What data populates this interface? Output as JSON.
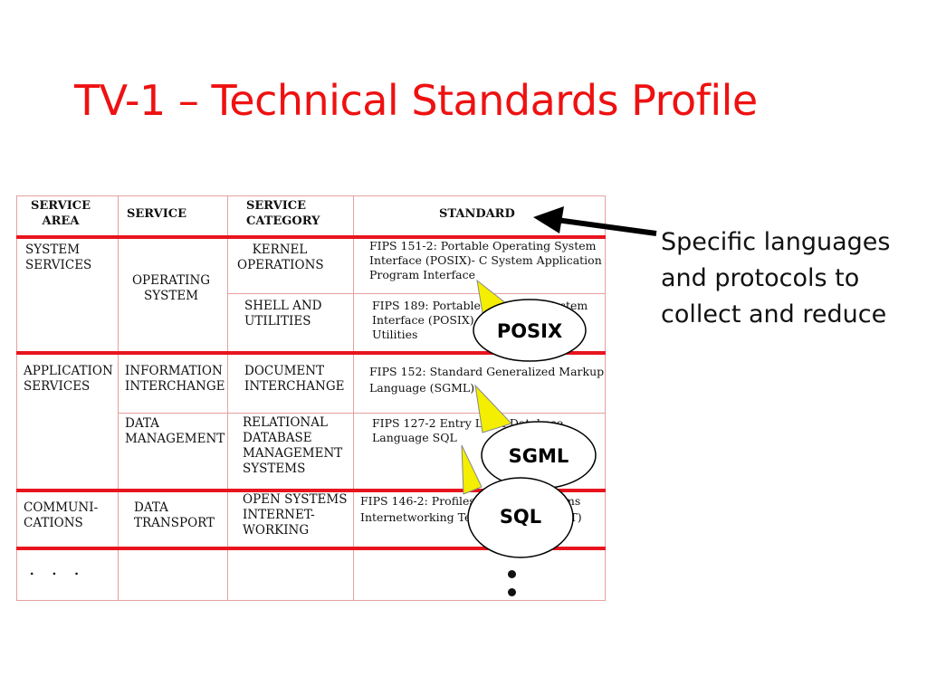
{
  "slide": {
    "title": "TV-1 – Technical Standards Profile"
  },
  "table": {
    "headers": {
      "service_area": "SERVICE\nAREA",
      "service": "SERVICE",
      "service_category": "SERVICE\nCATEGORY",
      "standard": "STANDARD"
    },
    "rows": [
      {
        "area": "SYSTEM\nSERVICES",
        "service": "OPERATING\nSYSTEM",
        "category": "KERNEL\nOPERATIONS",
        "standard": "FIPS 151-2: Portable Operating System\nInterface (POSIX)- C System Application\nProgram Interface"
      },
      {
        "category": "SHELL AND\nUTILITIES",
        "standard": "FIPS 189: Portable Operating System\nInterface (POSIX) Shell and\nUtilities"
      },
      {
        "area": "APPLICATION\nSERVICES",
        "service": "INFORMATION\nINTERCHANGE",
        "category": "DOCUMENT\nINTERCHANGE",
        "standard": "FIPS 152: Standard Generalized Markup\nLanguage (SGML)"
      },
      {
        "service": "DATA\nMANAGEMENT",
        "category": "RELATIONAL\nDATABASE\nMANAGEMENT\nSYSTEMS",
        "standard": "FIPS 127-2 Entry Level Database\nLanguage SQL"
      },
      {
        "area": "COMMUNI-\nCATIONS",
        "service": "DATA\nTRANSPORT",
        "category": "OPEN SYSTEMS\nINTERNET-\nWORKING",
        "standard": "FIPS 146-2: Profiles for Open Systems\nInternetworking Technologies (POSIT)"
      },
      {
        "area": ". . ."
      }
    ]
  },
  "callouts": {
    "posix": "POSIX",
    "sgml": "SGML",
    "sql": "SQL"
  },
  "annotation": {
    "text": "Specific languages\nand protocols to\ncollect and reduce"
  },
  "colors": {
    "title": "#ee1111",
    "rule": "#e8141e",
    "bubble_tail": "#f4ee00"
  }
}
